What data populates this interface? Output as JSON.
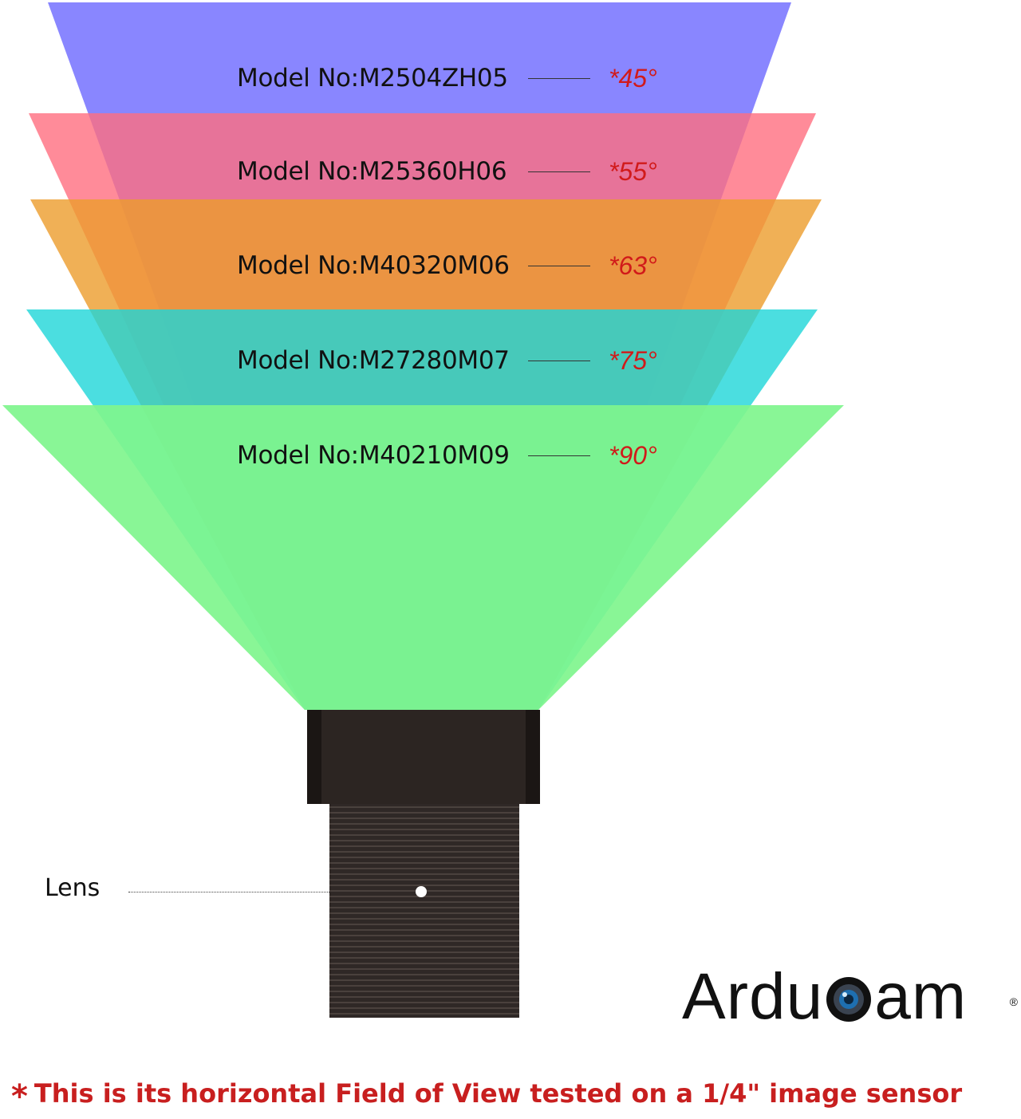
{
  "beams": [
    {
      "model": "Model No:M2504ZH05",
      "angle": "*45°",
      "color": "#6b68ff"
    },
    {
      "model": "Model No:M25360H06",
      "angle": "*55°",
      "color": "#ff6e7f"
    },
    {
      "model": "Model No:M40320M06",
      "angle": "*63°",
      "color": "#ec9c2c"
    },
    {
      "model": "Model No:M27280M07",
      "angle": "*75°",
      "color": "#1ed6d8"
    },
    {
      "model": "Model No:M40210M09",
      "angle": "*90°",
      "color": "#7ff58d"
    }
  ],
  "lens_label": "Lens",
  "logo": {
    "text_left": "Ardu",
    "text_right": "am",
    "reg": "®"
  },
  "footnote": {
    "star": "*",
    "text": "This is its horizontal Field of View tested on a 1/4\" image sensor"
  },
  "colors": {
    "lens_body": "#2a2321",
    "angle_text": "#d11a1a",
    "footnote_text": "#c81f1f"
  }
}
